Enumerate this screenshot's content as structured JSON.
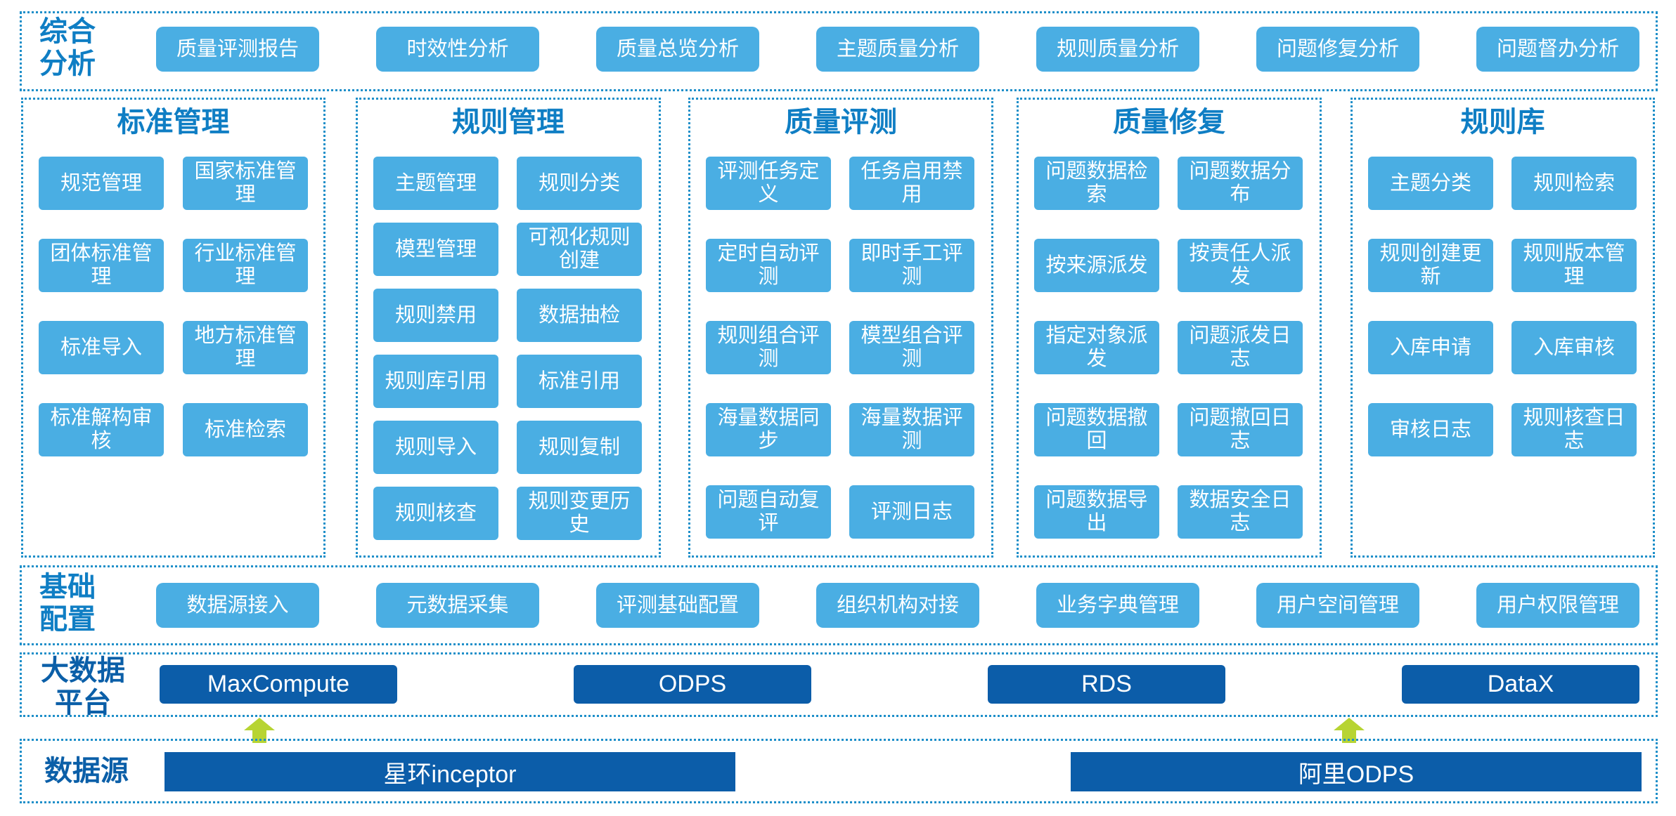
{
  "colors": {
    "label": "#0f7ec4",
    "pill": "#4aaee3",
    "platform": "#0c5da9",
    "border": "#1e8fc9",
    "arrow": "#b7d433"
  },
  "analysis": {
    "label": "综合\n分析",
    "items": [
      "质量评测报告",
      "时效性分析",
      "质量总览分析",
      "主题质量分析",
      "规则质量分析",
      "问题修复分析",
      "问题督办分析"
    ]
  },
  "columns": [
    {
      "title": "标准管理",
      "cells": [
        "规范管理",
        "国家标准管理",
        "团体标准管理",
        "行业标准管理",
        "标准导入",
        "地方标准管理",
        "标准解构审核",
        "标准检索"
      ]
    },
    {
      "title": "规则管理",
      "cells": [
        "主题管理",
        "规则分类",
        "模型管理",
        "可视化规则创建",
        "规则禁用",
        "数据抽检",
        "规则库引用",
        "标准引用",
        "规则导入",
        "规则复制",
        "规则核查",
        "规则变更历史"
      ]
    },
    {
      "title": "质量评测",
      "cells": [
        "评测任务定义",
        "任务启用禁用",
        "定时自动评测",
        "即时手工评测",
        "规则组合评测",
        "模型组合评测",
        "海量数据同步",
        "海量数据评测",
        "问题自动复评",
        "评测日志"
      ]
    },
    {
      "title": "质量修复",
      "cells": [
        "问题数据检索",
        "问题数据分布",
        "按来源派发",
        "按责任人派发",
        "指定对象派发",
        "问题派发日志",
        "问题数据撤回",
        "问题撤回日志",
        "问题数据导出",
        "数据安全日志"
      ]
    },
    {
      "title": "规则库",
      "cells": [
        "主题分类",
        "规则检索",
        "规则创建更新",
        "规则版本管理",
        "入库申请",
        "入库审核",
        "审核日志",
        "规则核查日志"
      ]
    }
  ],
  "foundation": {
    "label": "基础\n配置",
    "items": [
      "数据源接入",
      "元数据采集",
      "评测基础配置",
      "组织机构对接",
      "业务字典管理",
      "用户空间管理",
      "用户权限管理"
    ]
  },
  "platform": {
    "label": "大数据\n平台",
    "items": [
      "MaxCompute",
      "ODPS",
      "RDS",
      "DataX"
    ]
  },
  "sources": {
    "label": "数据源",
    "items": [
      "星环inceptor",
      "阿里ODPS"
    ]
  },
  "icons": {
    "arrow": "up-arrow-icon"
  }
}
